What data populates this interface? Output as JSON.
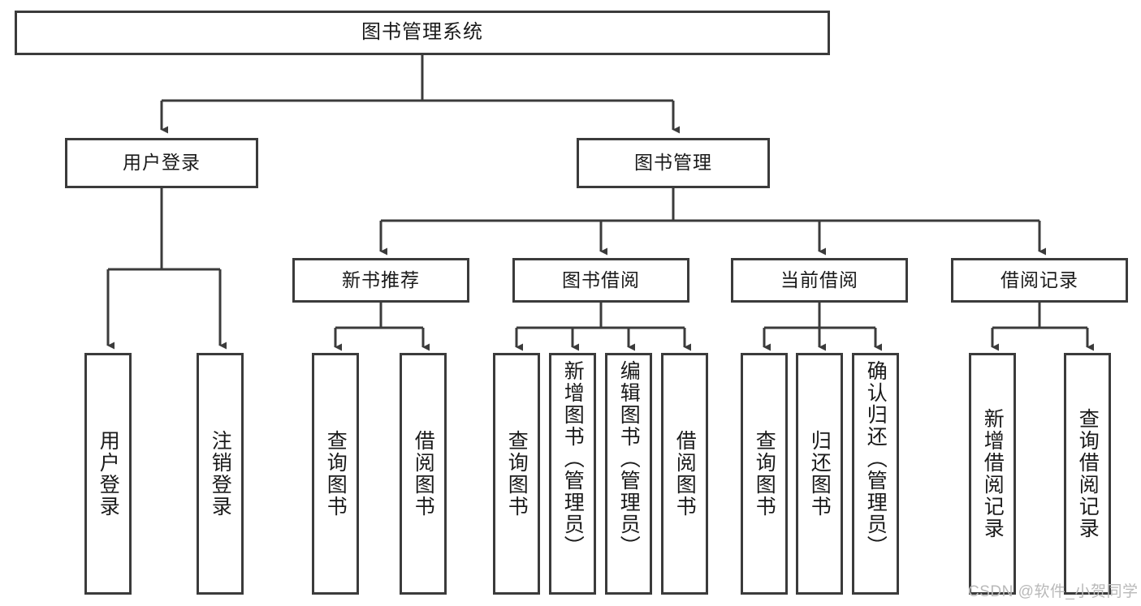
{
  "diagram": {
    "title": "图书管理系统",
    "type": "hierarchy-tree",
    "root": {
      "id": "root",
      "label": "图书管理系统",
      "orientation": "horizontal"
    },
    "level2": [
      {
        "id": "user-login",
        "label": "用户登录",
        "orientation": "horizontal"
      },
      {
        "id": "book-manage",
        "label": "图书管理",
        "orientation": "horizontal"
      }
    ],
    "level3": [
      {
        "id": "new-book-rec",
        "label": "新书推荐",
        "orientation": "horizontal",
        "parent": "book-manage"
      },
      {
        "id": "book-borrow",
        "label": "图书借阅",
        "orientation": "horizontal",
        "parent": "book-manage"
      },
      {
        "id": "current-borrow",
        "label": "当前借阅",
        "orientation": "horizontal",
        "parent": "book-manage"
      },
      {
        "id": "borrow-record",
        "label": "借阅记录",
        "orientation": "horizontal",
        "parent": "book-manage"
      }
    ],
    "leaves": [
      {
        "id": "leaf-user-login",
        "label": "用户登录",
        "parent": "user-login",
        "orientation": "vertical"
      },
      {
        "id": "leaf-user-logout",
        "label": "注销登录",
        "parent": "user-login",
        "orientation": "vertical"
      },
      {
        "id": "leaf-query-book-1",
        "label": "查询图书",
        "parent": "new-book-rec",
        "orientation": "vertical"
      },
      {
        "id": "leaf-borrow-book-1",
        "label": "借阅图书",
        "parent": "new-book-rec",
        "orientation": "vertical"
      },
      {
        "id": "leaf-query-book-2",
        "label": "查询图书",
        "parent": "book-borrow",
        "orientation": "vertical"
      },
      {
        "id": "leaf-add-book",
        "label": "新增图书（管理员）",
        "parent": "book-borrow",
        "orientation": "vertical"
      },
      {
        "id": "leaf-edit-book",
        "label": "编辑图书（管理员）",
        "parent": "book-borrow",
        "orientation": "vertical"
      },
      {
        "id": "leaf-borrow-book-2",
        "label": "借阅图书",
        "parent": "book-borrow",
        "orientation": "vertical"
      },
      {
        "id": "leaf-query-book-3",
        "label": "查询图书",
        "parent": "current-borrow",
        "orientation": "vertical"
      },
      {
        "id": "leaf-return-book",
        "label": "归还图书",
        "parent": "current-borrow",
        "orientation": "vertical"
      },
      {
        "id": "leaf-confirm-return",
        "label": "确认归还（管理员）",
        "parent": "current-borrow",
        "orientation": "vertical"
      },
      {
        "id": "leaf-add-record",
        "label": "新增借阅记录",
        "parent": "borrow-record",
        "orientation": "vertical"
      },
      {
        "id": "leaf-query-record",
        "label": "查询借阅记录",
        "parent": "borrow-record",
        "orientation": "vertical"
      }
    ],
    "watermark": "CSDN @软件_小贺同学",
    "colors": {
      "stroke": "#3b3b3b",
      "fill": "#ffffff",
      "text": "#1a1a1a",
      "watermark": "#b9b9b9"
    }
  }
}
